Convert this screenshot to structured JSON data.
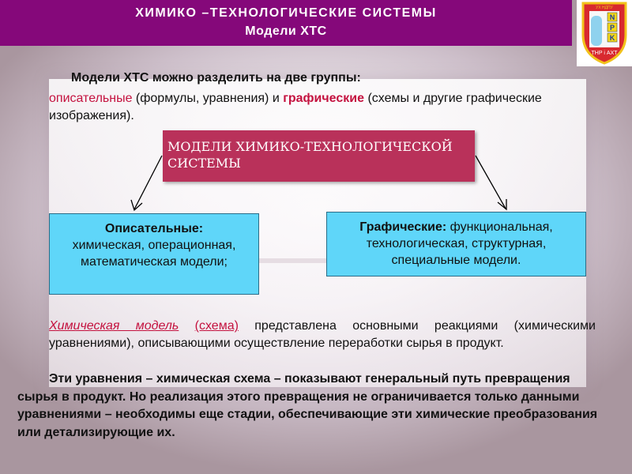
{
  "header": {
    "title_line1": "ХИМИКО –ТЕХНОЛОГИЧЕСКИЕ СИСТЕМЫ",
    "title_line2": "Модели ХТС",
    "logo": {
      "letters": [
        "N",
        "P",
        "K"
      ],
      "top_text": "УХ НДПУ",
      "bottom_text": "THP і AXT",
      "icon": "shield-logo-icon"
    }
  },
  "intro": {
    "lead": "Модели ХТС можно разделить на две группы:",
    "descriptive_word": "описательные",
    "descriptive_note": " (формулы, уравнения) и ",
    "graphic_word": "графические",
    "graphic_note": " (схемы и другие графические изображения)."
  },
  "diagram": {
    "center_label": "МОДЕЛИ ХИМИКО-ТЕХНОЛОГИЧЕСКОЙ СИСТЕМЫ",
    "left_title": "Описательные:",
    "left_body": "химическая, операционная, математическая модели;",
    "right_title": "Графические:",
    "right_body": " функциональная, технологическая, структурная, специальные модели."
  },
  "chem_model": {
    "term": "Химическая модель",
    "term_paren": "(схема)",
    "text": " представлена основными реакциями (химическими уравнениями), описывающими осуществление переработки сырья в продукт."
  },
  "conclusion": {
    "text": "Эти уравнения – химическая схема – показывают генеральный путь превращения сырья в продукт. Но реализация этого превращения не ограничивается только данными уравнениями – необходимы еще стадии, обеспечивающие эти химические преобразования или детализирующие их."
  },
  "colors": {
    "title_bar": "#85087a",
    "center_box": "#b9315a",
    "model_boxes": "#5fd6f9",
    "highlight": "#c4123f"
  }
}
